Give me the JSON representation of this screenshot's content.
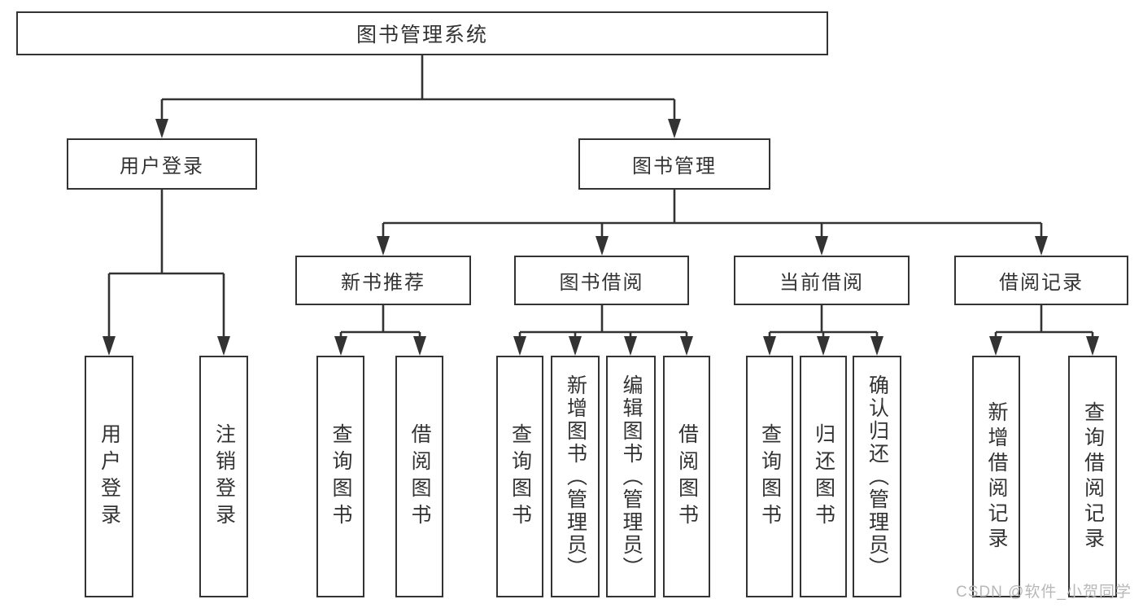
{
  "nodes": {
    "root": "图书管理系统",
    "user_login": "用户登录",
    "book_management": "图书管理",
    "new_book_recommend": "新书推荐",
    "book_borrow": "图书借阅",
    "current_borrow": "当前借阅",
    "borrow_record": "借阅记录",
    "leaf_user_login": "用户登录",
    "leaf_logout": "注销登录",
    "leaf_nbr_query_book": "查询图书",
    "leaf_nbr_borrow_book": "借阅图书",
    "leaf_bb_query_book": "查询图书",
    "leaf_bb_add_book": "新增图书（管理员）",
    "leaf_bb_edit_book": "编辑图书（管理员）",
    "leaf_bb_borrow_book": "借阅图书",
    "leaf_cb_query_book": "查询图书",
    "leaf_cb_return_book": "归还图书",
    "leaf_cb_confirm_return": "确认归还（管理员）",
    "leaf_br_add_record": "新增借阅记录",
    "leaf_br_query_record": "查询借阅记录"
  },
  "hierarchy": {
    "图书管理系统": {
      "用户登录": [
        "用户登录",
        "注销登录"
      ],
      "图书管理": {
        "新书推荐": [
          "查询图书",
          "借阅图书"
        ],
        "图书借阅": [
          "查询图书",
          "新增图书（管理员）",
          "编辑图书（管理员）",
          "借阅图书"
        ],
        "当前借阅": [
          "查询图书",
          "归还图书",
          "确认归还（管理员）"
        ],
        "借阅记录": [
          "新增借阅记录",
          "查询借阅记录"
        ]
      }
    }
  },
  "watermark": "CSDN @软件_小贺同学",
  "colors": {
    "line": "#333333",
    "box_border": "#333333",
    "text": "#333333",
    "watermark": "#b8b8b8",
    "background": "#ffffff"
  }
}
